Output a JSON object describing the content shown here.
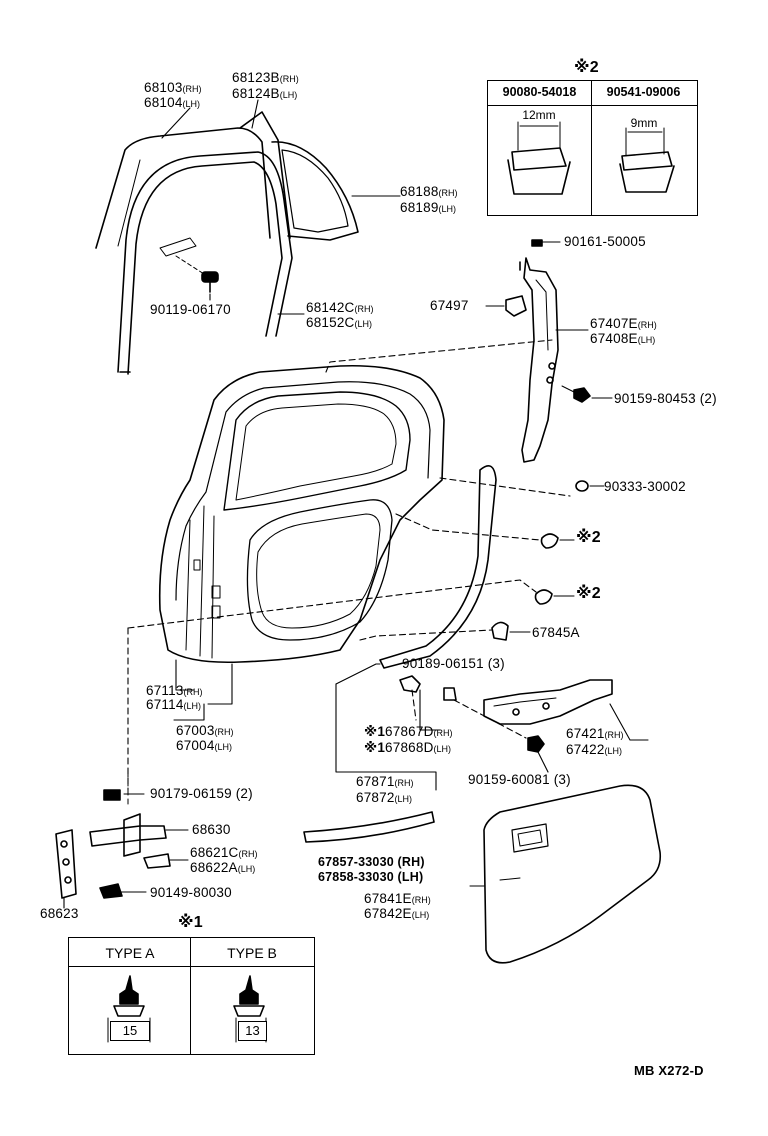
{
  "diagram": {
    "footer_code": "MB  X272-D",
    "note2": {
      "mark": "※2",
      "col1_part": "90080-54018",
      "col2_part": "90541-09006",
      "col1_dim": "12mm",
      "col2_dim": "9mm"
    },
    "note1": {
      "mark": "※1",
      "type_a": "TYPE A",
      "type_b": "TYPE B",
      "type_a_dim": "15",
      "type_b_dim": "13"
    },
    "labels": {
      "p68103": {
        "num": "68103",
        "side": "(RH)"
      },
      "p68104": {
        "num": "68104",
        "side": "(LH)"
      },
      "p68123B": {
        "num": "68123B",
        "side": "(RH)"
      },
      "p68124B": {
        "num": "68124B",
        "side": "(LH)"
      },
      "p68188": {
        "num": "68188",
        "side": "(RH)"
      },
      "p68189": {
        "num": "68189",
        "side": "(LH)"
      },
      "p90119": {
        "num": "90119-06170"
      },
      "p68142C": {
        "num": "68142C",
        "side": "(RH)"
      },
      "p68152C": {
        "num": "68152C",
        "side": "(LH)"
      },
      "p90161": {
        "num": "90161-50005"
      },
      "p67497": {
        "num": "67497"
      },
      "p67407E": {
        "num": "67407E",
        "side": "(RH)"
      },
      "p67408E": {
        "num": "67408E",
        "side": "(LH)"
      },
      "p90159a": {
        "num": "90159-80453 (2)"
      },
      "p90333": {
        "num": "90333-30002"
      },
      "pNote2a": {
        "num": "※2"
      },
      "pNote2b": {
        "num": "※2"
      },
      "p67845A": {
        "num": "67845A"
      },
      "p90189": {
        "num": "90189-06151 (3)"
      },
      "p67113": {
        "num": "67113",
        "side": "(RH)"
      },
      "p67114": {
        "num": "67114",
        "side": "(LH)"
      },
      "p67003": {
        "num": "67003",
        "side": "(RH)"
      },
      "p67004": {
        "num": "67004",
        "side": "(LH)"
      },
      "p67867D": {
        "mark": "※1",
        "num": "67867D",
        "side": "(RH)"
      },
      "p67868D": {
        "mark": "※1",
        "num": "67868D",
        "side": "(LH)"
      },
      "p67421": {
        "num": "67421",
        "side": "(RH)"
      },
      "p67422": {
        "num": "67422",
        "side": "(LH)"
      },
      "p67871": {
        "num": "67871",
        "side": "(RH)"
      },
      "p67872": {
        "num": "67872",
        "side": "(LH)"
      },
      "p90159b": {
        "num": "90159-60081 (3)"
      },
      "p90179": {
        "num": "90179-06159 (2)"
      },
      "p68630": {
        "num": "68630"
      },
      "p68621C": {
        "num": "68621C",
        "side": "(RH)"
      },
      "p68622A": {
        "num": "68622A",
        "side": "(LH)"
      },
      "p90149": {
        "num": "90149-80030"
      },
      "p68623": {
        "num": "68623"
      },
      "p67857": {
        "num": "67857-33030 (RH)"
      },
      "p67858": {
        "num": "67858-33030 (LH)"
      },
      "p67841E": {
        "num": "67841E",
        "side": "(RH)"
      },
      "p67842E": {
        "num": "67842E",
        "side": "(LH)"
      }
    }
  }
}
